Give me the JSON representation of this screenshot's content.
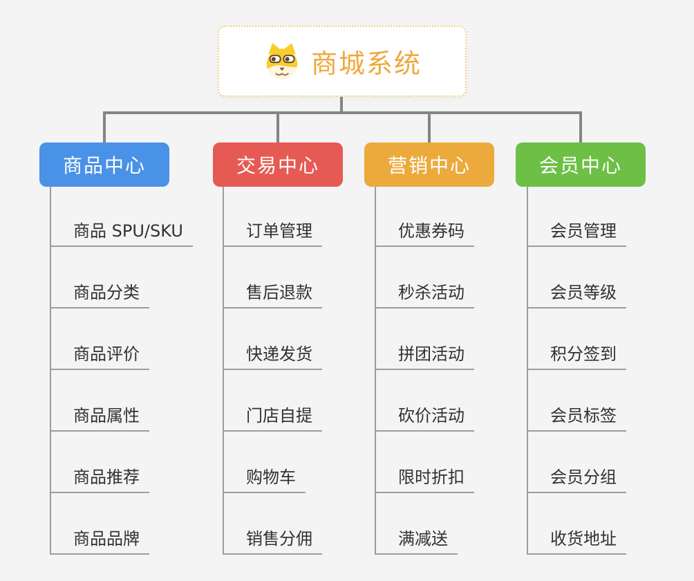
{
  "app": {
    "background": "#f4f4f5",
    "connector_color": "#848484",
    "underline_color": "#9c9c9c"
  },
  "root": {
    "title": "商城系统",
    "icon": "shiba-dog-icon",
    "title_color": "#f0a83b",
    "border_color": "#f4ca80"
  },
  "branches": [
    {
      "label": "商品中心",
      "color": "#4a91e8",
      "children": [
        "商品 SPU/SKU",
        "商品分类",
        "商品评价",
        "商品属性",
        "商品推荐",
        "商品品牌"
      ]
    },
    {
      "label": "交易中心",
      "color": "#e65a54",
      "children": [
        "订单管理",
        "售后退款",
        "快递发货",
        "门店自提",
        "购物车",
        "销售分佣"
      ]
    },
    {
      "label": "营销中心",
      "color": "#ecaa3d",
      "children": [
        "优惠券码",
        "秒杀活动",
        "拼团活动",
        "砍价活动",
        "限时折扣",
        "满减送"
      ]
    },
    {
      "label": "会员中心",
      "color": "#6dc045",
      "children": [
        "会员管理",
        "会员等级",
        "积分签到",
        "会员标签",
        "会员分组",
        "收货地址"
      ]
    }
  ]
}
